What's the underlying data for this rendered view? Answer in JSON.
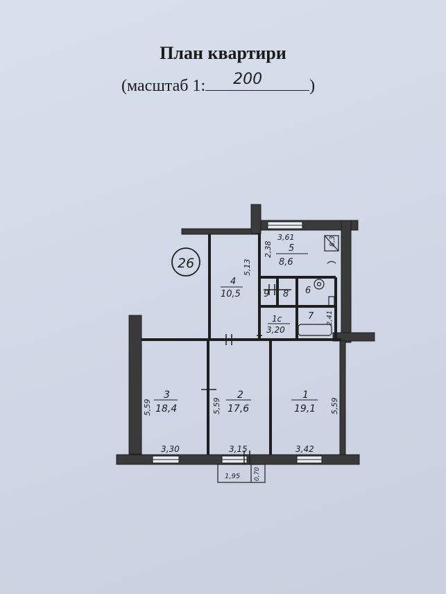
{
  "title": "План квартири",
  "scale": {
    "prefix": "(масштаб 1:",
    "value": "200",
    "suffix": ")"
  },
  "apartment_number": "26",
  "rooms": [
    {
      "number": "1",
      "area": "19,1"
    },
    {
      "number": "2",
      "area": "17,6"
    },
    {
      "number": "3",
      "area": "18,4"
    },
    {
      "number": "4",
      "area": "10,5"
    },
    {
      "number": "5",
      "area": "8,6"
    },
    {
      "number": "6",
      "area": ""
    },
    {
      "number": "7",
      "area": ""
    },
    {
      "number": "8",
      "area": ""
    },
    {
      "number": "9",
      "area": ""
    },
    {
      "number": "1с",
      "area": "3,20"
    }
  ],
  "dimensions": {
    "kitchen_width": "3,61",
    "kitchen_depth": "2,38",
    "kitchen_side": "8,3",
    "room4_depth": "5,13",
    "room3_depth": "5,59",
    "room2_depth": "5,59",
    "room1_depth": "5,59",
    "bath_depth": "2,41",
    "room3_width": "3,30",
    "room2_width": "3,15",
    "room1_width": "3,42",
    "balcony_width": "1,95",
    "balcony_depth": "0,70"
  }
}
